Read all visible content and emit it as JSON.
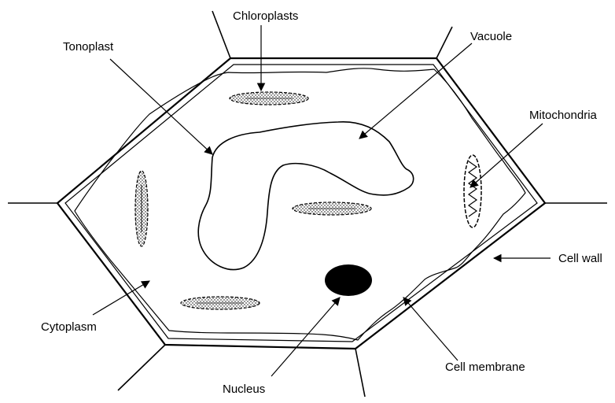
{
  "labels": {
    "chloroplasts": "Chloroplasts",
    "vacuole": "Vacuole",
    "tonoplast": "Tonoplast",
    "mitochondria": "Mitochondria",
    "cell_wall": "Cell wall",
    "cytoplasm": "Cytoplasm",
    "nucleus": "Nucleus",
    "cell_membrane": "Cell membrane"
  }
}
